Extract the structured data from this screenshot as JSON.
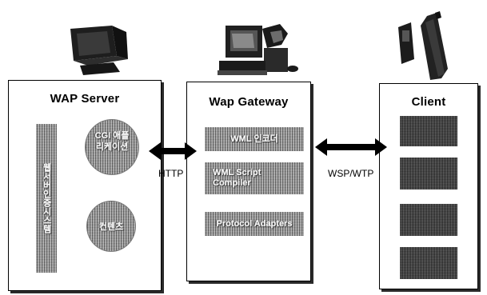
{
  "server": {
    "title": "WAP Server",
    "vertical_label": "웹서버인증시스템",
    "circle_top_label": "CGI 애플리케이션",
    "circle_bottom_label": "컨텐츠"
  },
  "gateway": {
    "title": "Wap Gateway",
    "items": [
      "WML 인코더",
      "WML Script Compiler",
      "Protocol Adapters"
    ]
  },
  "client": {
    "title": "Client",
    "items": [
      "",
      "",
      "",
      ""
    ]
  },
  "links": {
    "left_label": "HTTP",
    "right_label": "WSP/WTP"
  },
  "icons": {
    "server_icon": "desktop-monitor-icon",
    "gateway_icon": "workstation-computer-icon",
    "client_icon": "mobile-phone-icon"
  }
}
